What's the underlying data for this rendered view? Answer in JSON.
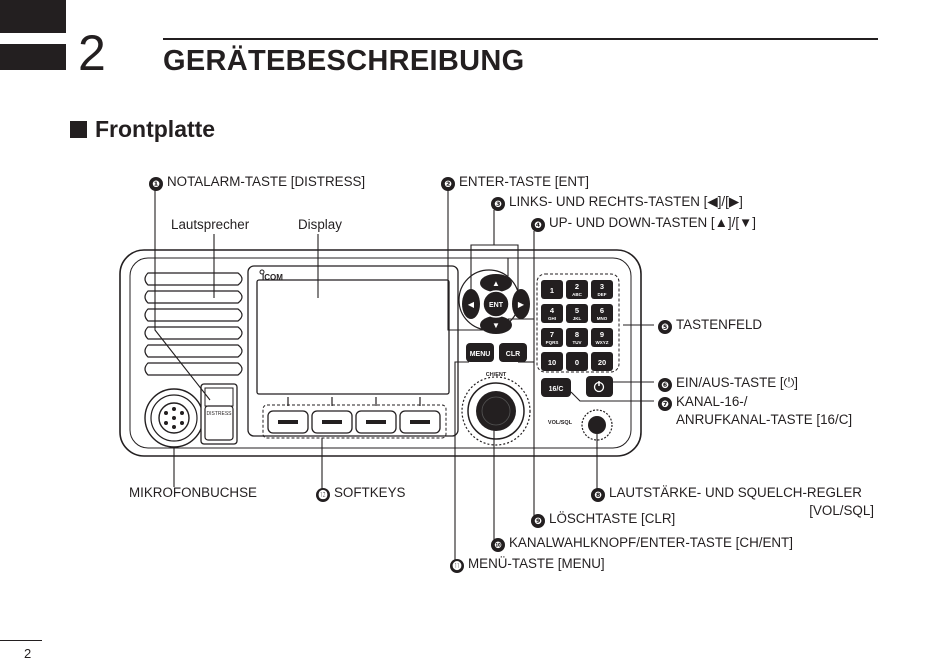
{
  "chapter": {
    "number": "2",
    "title": "GERÄTEBESCHREIBUNG"
  },
  "section": {
    "title": "Frontplatte"
  },
  "plain_labels": {
    "speaker": "Lautsprecher",
    "display": "Display",
    "mic": "MIKROFONBUCHSE"
  },
  "callouts": [
    {
      "n": "❶",
      "text": "NOTALARM-TASTE [DISTRESS]"
    },
    {
      "n": "❷",
      "text": "ENTER-TASTE [ENT]"
    },
    {
      "n": "❸",
      "text": "LINKS- UND RECHTS-TASTEN [◀]/[▶]"
    },
    {
      "n": "❹",
      "text": "UP- UND DOWN-TASTEN [▲]/[▼]"
    },
    {
      "n": "❺",
      "text": "TASTENFELD"
    },
    {
      "n": "❻",
      "text": "EIN/AUS-TASTE [⏻]"
    },
    {
      "n": "❼",
      "text": "KANAL-16-/",
      "text2": "ANRUFKANAL-TASTE [16/C]"
    },
    {
      "n": "❽",
      "text": "LAUTSTÄRKE- UND SQUELCH-REGLER",
      "text2": "[VOL/SQL]"
    },
    {
      "n": "❾",
      "text": "LÖSCHTASTE [CLR]"
    },
    {
      "n": "❿",
      "text": "KANALWAHLKNOPF/ENTER-TASTE [CH/ENT]"
    },
    {
      "n": "⓫",
      "text": "MENÜ-TASTE [MENU]"
    },
    {
      "n": "⓬",
      "text": "SOFTKEYS"
    }
  ],
  "radio": {
    "brand": "ICOM",
    "distress": "DISTRESS",
    "ent": "ENT",
    "menu": "MENU",
    "clr": "CLR",
    "ch_ent": "CH/ENT",
    "vol_sql": "VOL/SQL",
    "ch16": "16/C",
    "keypad": [
      {
        "d": "1",
        "s": ""
      },
      {
        "d": "2",
        "s": "ABC"
      },
      {
        "d": "3",
        "s": "DEF"
      },
      {
        "d": "4",
        "s": "GHI"
      },
      {
        "d": "5",
        "s": "JKL"
      },
      {
        "d": "6",
        "s": "MNO"
      },
      {
        "d": "7",
        "s": "PQRS"
      },
      {
        "d": "8",
        "s": "TUV"
      },
      {
        "d": "9",
        "s": "WXYZ"
      },
      {
        "d": "10",
        "s": ""
      },
      {
        "d": "0",
        "s": ""
      },
      {
        "d": "20",
        "s": ""
      }
    ]
  },
  "page_number": "2"
}
